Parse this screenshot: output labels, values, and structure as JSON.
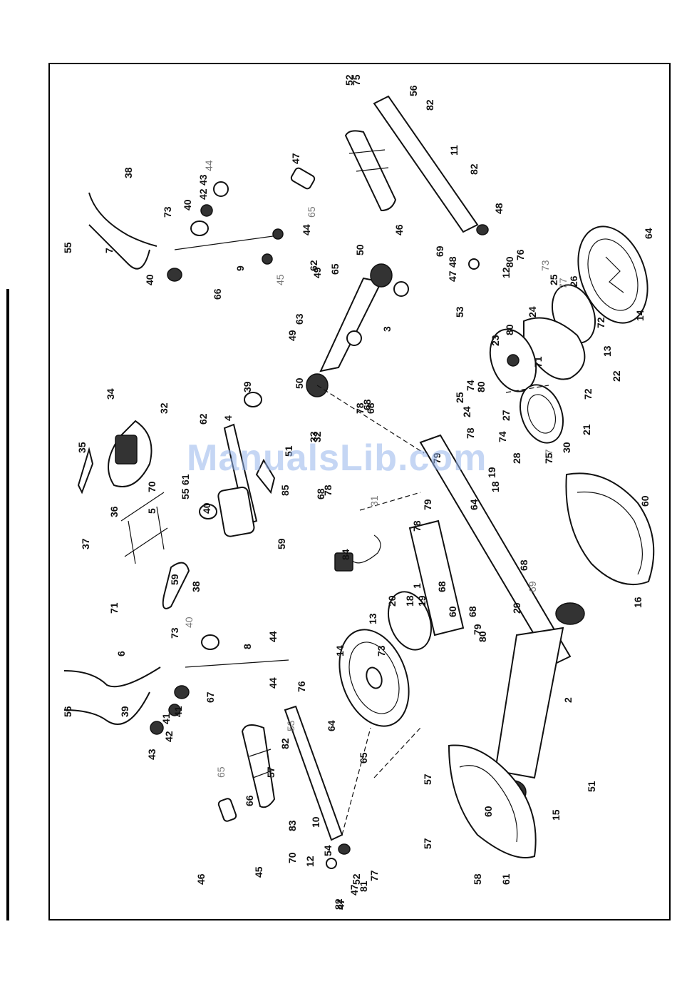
{
  "watermark": "ManualsLib.com",
  "colors": {
    "ink": "#111111",
    "faint": "#777777",
    "watermark": "#96b4eb"
  },
  "callouts": [
    "1",
    "2",
    "3",
    "4",
    "5",
    "6",
    "7",
    "8",
    "9",
    "10",
    "11",
    "12",
    "12",
    "13",
    "13",
    "14",
    "14",
    "15",
    "16",
    "17",
    "18",
    "18",
    "19",
    "19",
    "20",
    "21",
    "22",
    "23",
    "24",
    "24",
    "25",
    "25",
    "26",
    "27",
    "28",
    "29",
    "30",
    "31",
    "32",
    "32",
    "33",
    "34",
    "35",
    "36",
    "37",
    "38",
    "38",
    "39",
    "39",
    "40",
    "40",
    "40",
    "40",
    "41",
    "41",
    "42",
    "42",
    "43",
    "43",
    "44",
    "44",
    "44",
    "44",
    "45",
    "45",
    "46",
    "46",
    "47",
    "47",
    "47",
    "47",
    "48",
    "48",
    "49",
    "49",
    "50",
    "50",
    "51",
    "51",
    "52",
    "52",
    "53",
    "53",
    "54",
    "55",
    "55",
    "56",
    "56",
    "57",
    "57",
    "57",
    "58",
    "59",
    "59",
    "60",
    "60",
    "60",
    "60",
    "61",
    "61",
    "62",
    "62",
    "63",
    "64",
    "64",
    "64",
    "65",
    "65",
    "65",
    "65",
    "66",
    "66",
    "67",
    "68",
    "68",
    "68",
    "68",
    "68",
    "68",
    "69",
    "69",
    "70",
    "70",
    "71",
    "71",
    "72",
    "72",
    "73",
    "73",
    "73",
    "73",
    "74",
    "74",
    "75",
    "75",
    "76",
    "76",
    "77",
    "77",
    "78",
    "78",
    "78",
    "78",
    "79",
    "79",
    "79",
    "80",
    "80",
    "80",
    "80",
    "81",
    "82",
    "82",
    "82",
    "82",
    "83",
    "84",
    "85"
  ]
}
